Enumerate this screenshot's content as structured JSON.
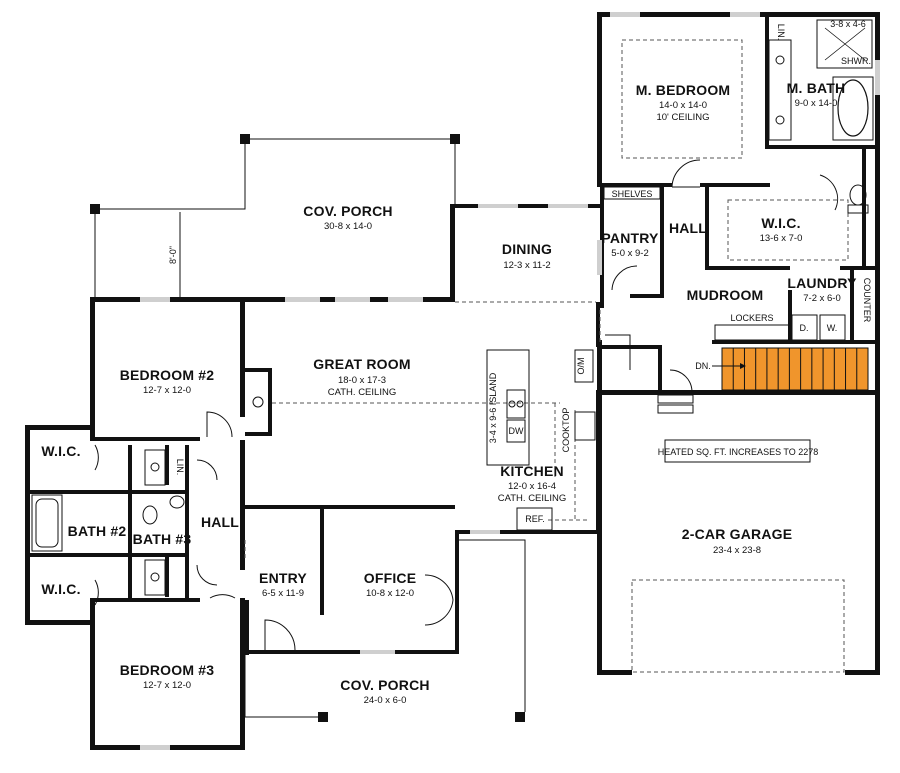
{
  "rooms": {
    "cov_porch_rear": {
      "name": "COV. PORCH",
      "dims": "30-8 x 14-0"
    },
    "dining": {
      "name": "DINING",
      "dims": "12-3 x 11-2"
    },
    "pantry": {
      "name": "PANTRY",
      "dims": "5-0 x 9-2"
    },
    "hall_upper": {
      "name": "HALL"
    },
    "m_bedroom": {
      "name": "M. BEDROOM",
      "dims": "14-0 x 14-0",
      "note": "10' CEILING"
    },
    "m_bath": {
      "name": "M. BATH",
      "dims": "9-0 x 14-0"
    },
    "wic_master": {
      "name": "W.I.C.",
      "dims": "13-6 x 7-0"
    },
    "mudroom": {
      "name": "MUDROOM"
    },
    "laundry": {
      "name": "LAUNDRY",
      "dims": "7-2 x 6-0"
    },
    "great_room": {
      "name": "GREAT ROOM",
      "dims": "18-0 x 17-3",
      "note": "CATH. CEILING"
    },
    "bedroom2": {
      "name": "BEDROOM #2",
      "dims": "12-7 x 12-0"
    },
    "kitchen": {
      "name": "KITCHEN",
      "dims": "12-0 x 16-4",
      "note": "CATH. CEILING"
    },
    "wic_bed2": {
      "name": "W.I.C."
    },
    "bath2": {
      "name": "BATH #2"
    },
    "bath3": {
      "name": "BATH #3"
    },
    "hall_lower": {
      "name": "HALL"
    },
    "wic_bed3": {
      "name": "W.I.C."
    },
    "entry": {
      "name": "ENTRY",
      "dims": "6-5 x 11-9"
    },
    "office": {
      "name": "OFFICE",
      "dims": "10-8 x 12-0"
    },
    "bedroom3": {
      "name": "BEDROOM #3",
      "dims": "12-7 x 12-0"
    },
    "cov_porch_front": {
      "name": "COV. PORCH",
      "dims": "24-0 x 6-0"
    },
    "garage": {
      "name": "2-CAR GARAGE",
      "dims": "23-4 x 23-8"
    }
  },
  "labels": {
    "shelves": "SHELVES",
    "lin_master": "LIN.",
    "shower_dims": "3-8 x 4-6",
    "shower": "SHWR.",
    "counter": "COUNTER",
    "lockers": "LOCKERS",
    "dryer": "D.",
    "washer": "W.",
    "down": "DN.",
    "island": "3-4 x 9-6  ISLAND",
    "dw": "DW",
    "om": "O/M",
    "cooktop": "COOKTOP",
    "ref": "REF.",
    "lin_hall": "LIN.",
    "porch_depth": "8'-0\"",
    "heated_note": "HEATED SQ. FT. INCREASES TO 2278"
  },
  "colors": {
    "wall": "#111111",
    "stair": "#f0952c",
    "window": "#cfcfcf"
  }
}
